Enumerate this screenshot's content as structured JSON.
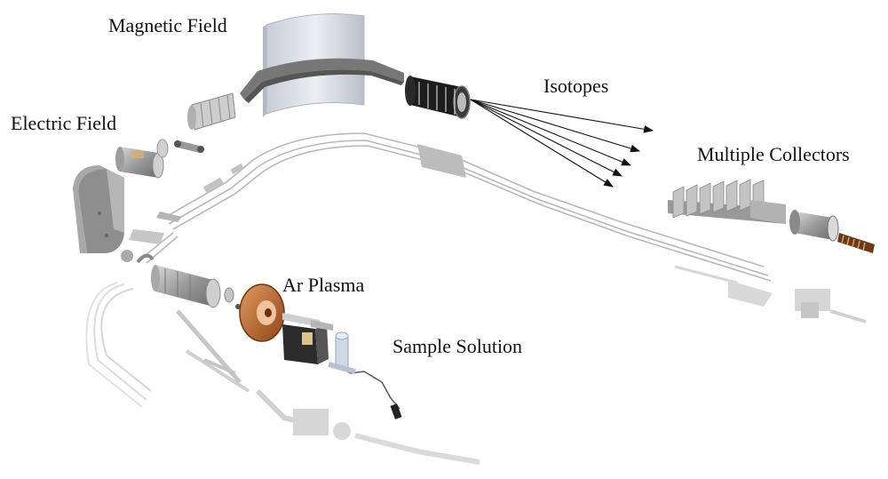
{
  "labels": {
    "magnetic_field": "Magnetic Field",
    "electric_field": "Electric Field",
    "isotopes": "Isotopes",
    "multiple_collectors": "Multiple Collectors",
    "ar_plasma": "Ar Plasma",
    "sample_solution": "Sample Solution"
  },
  "colors": {
    "metal_dark": "#7d7d7d",
    "metal_mid": "#a9a9a9",
    "metal_light": "#d2d2d2",
    "magnet_glass": "#d9dce4",
    "shadow": "#c9c9c9",
    "copper": "#c46a2c",
    "detector_black": "#1b1b1b",
    "arrow": "#111111"
  }
}
